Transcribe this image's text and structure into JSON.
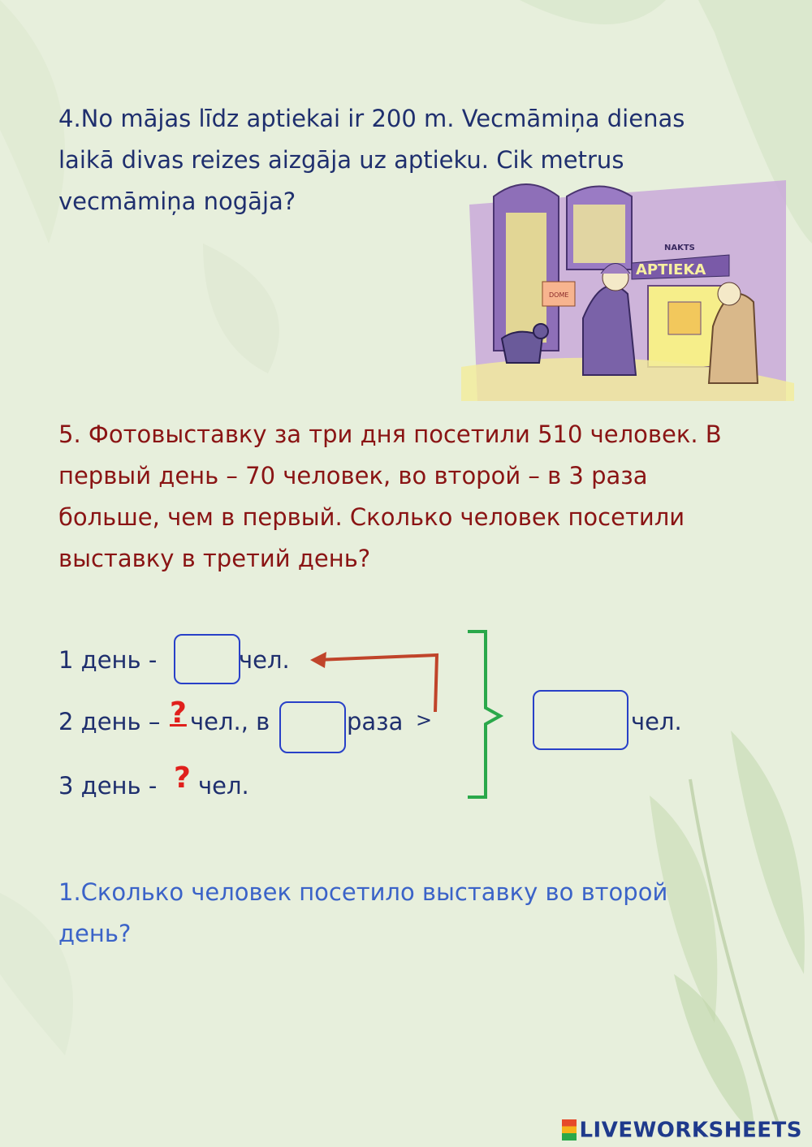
{
  "task4": {
    "line1": "4.No mājas līdz aptiekai ir 200 m. Vecmāmiņa dienas",
    "line2": "laikā divas reizes aizgāja uz aptieku. Cik metrus",
    "line3": "vecmāmiņa nogāja?"
  },
  "illustration": {
    "sign_small": "NAKTS",
    "sign_big": "APTIEKA",
    "door_note": "DOME"
  },
  "task5": {
    "line1": "5. Фотовыставку за три дня посетили 510 человек. В",
    "line2": "первый день – 70 человек, во второй – в 3 раза",
    "line3": "больше, чем в первый. Сколько человек посетили",
    "line4": "выставку в третий день?"
  },
  "scheme": {
    "day1_label": "1 день -",
    "day1_unit": "чел.",
    "day2_label": "2 день –",
    "day2_question": "?",
    "day2_unit": "чел., в",
    "day2_times": "раза",
    "day2_arrow": ">",
    "day3_label": "3 день -",
    "day3_question": "?",
    "day3_unit": "чел.",
    "total_unit": "чел.",
    "day1_answer": "",
    "day2_times_answer": "",
    "total_answer": ""
  },
  "question1": {
    "line1": "1.Сколько человек посетило выставку во второй",
    "line2": "день?"
  },
  "footer": {
    "logo_text": "LIVEWORKSHEETS",
    "brand_color": "#1f3a8c"
  }
}
